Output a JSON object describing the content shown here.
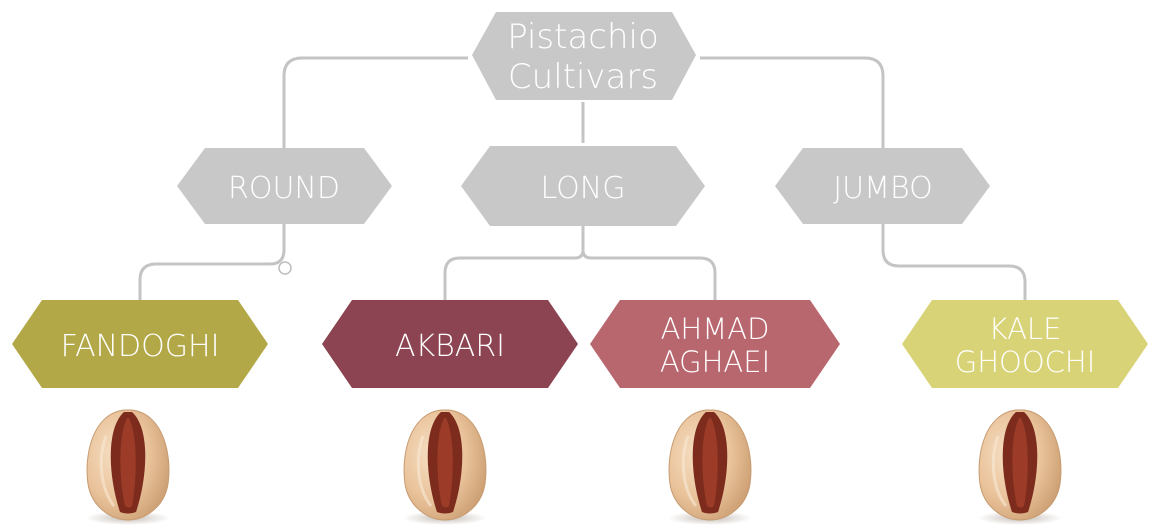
{
  "root": {
    "lines": [
      "Pistachio",
      "Cultivars"
    ]
  },
  "categories": [
    {
      "label": "ROUND"
    },
    {
      "label": "LONG"
    },
    {
      "label": "JUMBO"
    }
  ],
  "cultivars": [
    {
      "lines": [
        "FANDOGHI"
      ],
      "category": "ROUND",
      "color": "#b3a847"
    },
    {
      "lines": [
        "AKBARI"
      ],
      "category": "LONG",
      "color": "#8d4452"
    },
    {
      "lines": [
        "AHMAD",
        "AGHAEI"
      ],
      "category": "LONG",
      "color": "#b9676e"
    },
    {
      "lines": [
        "KALE",
        "GHOOCHI"
      ],
      "category": "JUMBO",
      "color": "#d9d378"
    }
  ],
  "colors": {
    "category_fill": "#c8c8c8",
    "connector": "#c4c4c4",
    "text": "#ffffff"
  },
  "icons": [
    "pistachio-nut-icon"
  ]
}
